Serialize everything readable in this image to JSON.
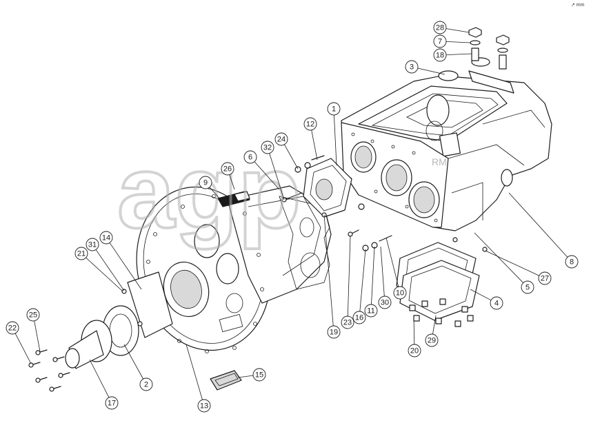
{
  "diagram": {
    "watermark_text": "agp",
    "watermark_small": "RM",
    "corner_mark": "↗ mm",
    "callouts": [
      {
        "id": "c28",
        "label": "28"
      },
      {
        "id": "c7",
        "label": "7"
      },
      {
        "id": "c18",
        "label": "18"
      },
      {
        "id": "c3",
        "label": "3"
      },
      {
        "id": "c1",
        "label": "1"
      },
      {
        "id": "c12",
        "label": "12"
      },
      {
        "id": "c24",
        "label": "24"
      },
      {
        "id": "c32",
        "label": "32"
      },
      {
        "id": "c6",
        "label": "6"
      },
      {
        "id": "c26",
        "label": "26"
      },
      {
        "id": "c9",
        "label": "9"
      },
      {
        "id": "c14",
        "label": "14"
      },
      {
        "id": "c31",
        "label": "31"
      },
      {
        "id": "c21",
        "label": "21"
      },
      {
        "id": "c25",
        "label": "25"
      },
      {
        "id": "c22",
        "label": "22"
      },
      {
        "id": "c2",
        "label": "2"
      },
      {
        "id": "c17",
        "label": "17"
      },
      {
        "id": "c13",
        "label": "13"
      },
      {
        "id": "c15",
        "label": "15"
      },
      {
        "id": "c19",
        "label": "19"
      },
      {
        "id": "c23",
        "label": "23"
      },
      {
        "id": "c16",
        "label": "16"
      },
      {
        "id": "c11",
        "label": "11"
      },
      {
        "id": "c30",
        "label": "30"
      },
      {
        "id": "c10",
        "label": "10"
      },
      {
        "id": "c20",
        "label": "20"
      },
      {
        "id": "c29",
        "label": "29"
      },
      {
        "id": "c4",
        "label": "4"
      },
      {
        "id": "c5",
        "label": "5"
      },
      {
        "id": "c27",
        "label": "27"
      },
      {
        "id": "c8",
        "label": "8"
      }
    ]
  }
}
